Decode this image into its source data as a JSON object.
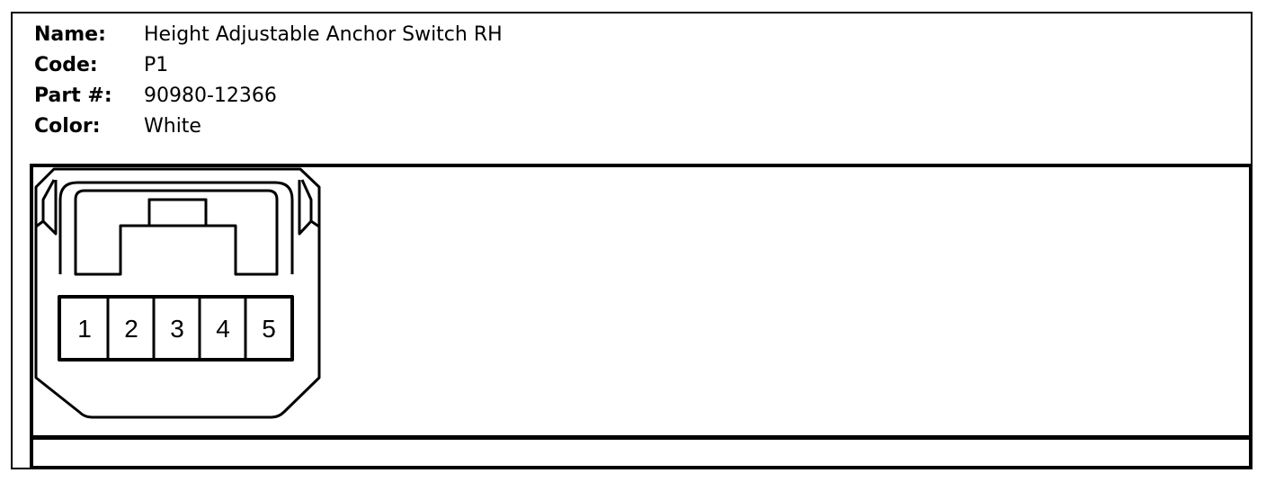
{
  "connector": {
    "name_label": "Name:",
    "name_value": "Height Adjustable Anchor Switch RH",
    "code_label": "Code:",
    "code_value": "P1",
    "part_label": "Part #:",
    "part_value": "90980-12366",
    "color_label": "Color:",
    "color_value": "White"
  },
  "pins": [
    "1",
    "2",
    "3",
    "4",
    "5"
  ],
  "colors": {
    "line": "#000000",
    "background": "#ffffff"
  }
}
